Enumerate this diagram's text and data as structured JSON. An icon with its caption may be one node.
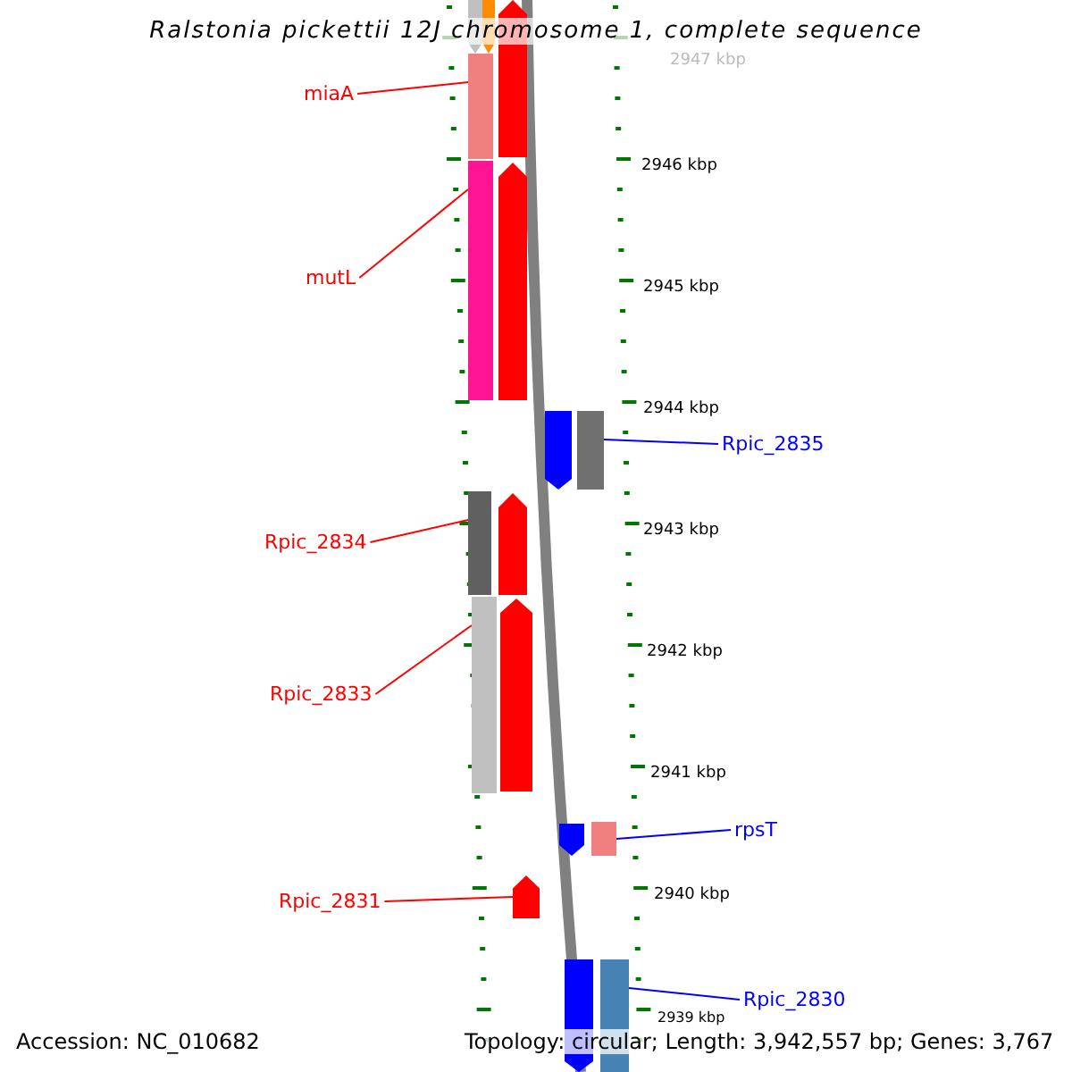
{
  "diagram": {
    "title": "Ralstonia pickettii 12J chromosome 1, complete sequence",
    "nodes": [
      {
        "text": [
          "miaA"
        ]
      },
      {
        "text": [],
        "shape": "bar"
      },
      {
        "text": [
          "mutL"
        ]
      },
      {
        "text": [],
        "shape": "bar"
      },
      {
        "text": [
          "Rpic_2835"
        ]
      },
      {
        "text": [],
        "shape": "bar"
      },
      {
        "text": [
          "Rpic_2834"
        ]
      },
      {
        "text": [],
        "shape": "bar"
      },
      {
        "text": [
          "Rpic_2833"
        ]
      },
      {
        "text": [],
        "shape": "bar"
      },
      {
        "text": [
          "rpsT"
        ]
      },
      {
        "text": [],
        "shape": "bar"
      },
      {
        "text": [
          "Rpic_2831"
        ]
      },
      {
        "text": [],
        "shape": "bar"
      },
      {
        "text": [
          "Rpic_2830"
        ]
      },
      {
        "text": [],
        "shape": "bar"
      }
    ],
    "edges": [
      {
        "from": 0,
        "to": 1,
        "arrow": "none"
      },
      {
        "from": 2,
        "to": 3,
        "arrow": "none"
      },
      {
        "from": 4,
        "to": 5,
        "arrow": "none",
        "color": "#0000ff"
      },
      {
        "from": 6,
        "to": 7,
        "arrow": "none"
      },
      {
        "from": 8,
        "to": 9,
        "arrow": "none"
      },
      {
        "from": 10,
        "to": 11,
        "arrow": "none",
        "color": "#0000ff"
      },
      {
        "from": 12,
        "to": 13,
        "arrow": "none"
      },
      {
        "from": 14,
        "to": 15,
        "arrow": "none",
        "color": "#0000ff"
      }
    ],
    "labels": [
      "2947 kbp",
      "2946 kbp",
      "2945 kbp",
      "2944 kbp",
      "2943 kbp",
      "2942 kbp",
      "2941 kbp",
      "2940 kbp",
      "2939 kbp",
      "Accession: NC_010682",
      "Topology: circular; Length: 3,942,557 bp; Genes: 3,767"
    ]
  }
}
